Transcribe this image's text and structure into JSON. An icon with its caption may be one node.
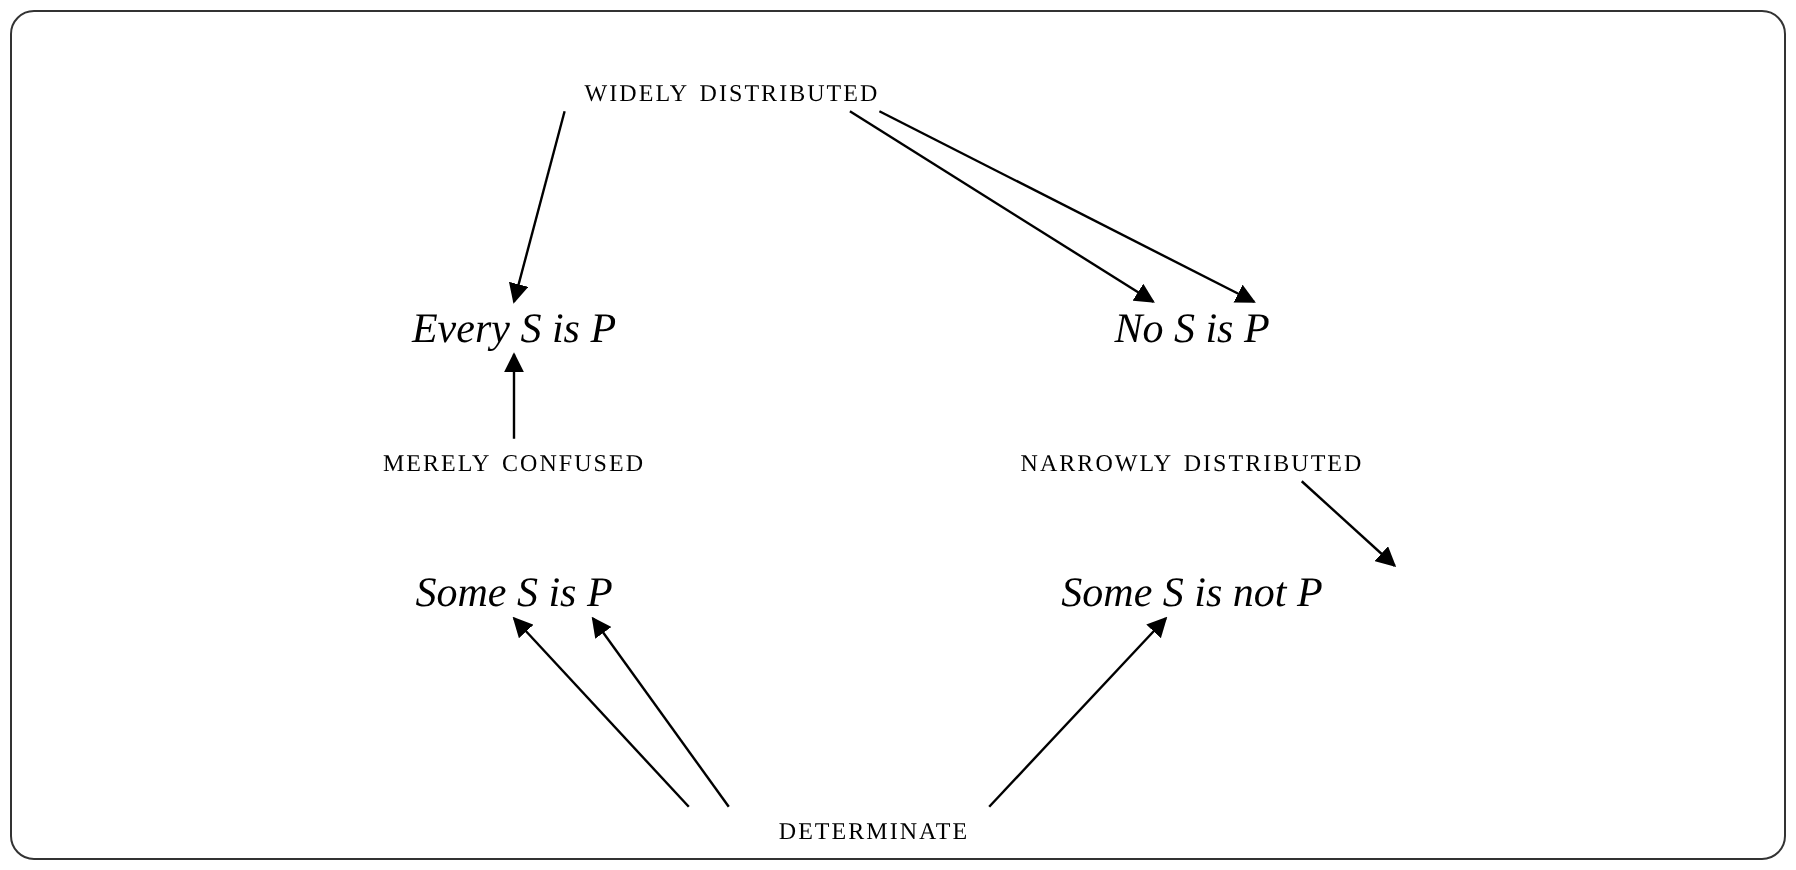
{
  "diagram": {
    "nodes": [
      {
        "text": [
          "widely distributed"
        ]
      },
      {
        "text": [
          "Every S is P"
        ]
      },
      {
        "text": [
          "No S is P"
        ]
      },
      {
        "text": [
          "merely confused"
        ]
      },
      {
        "text": [
          "narrowly distributed"
        ]
      },
      {
        "text": [
          "Some S is P"
        ]
      },
      {
        "text": [
          "Some S is not P"
        ]
      },
      {
        "text": [
          "determinate"
        ]
      }
    ],
    "edges": [
      {
        "from": 0,
        "to": 1,
        "arrow": "to"
      },
      {
        "from": 0,
        "to": 2,
        "arrow": "to"
      },
      {
        "from": 0,
        "to": 2,
        "arrow": "to"
      },
      {
        "from": 3,
        "to": 1,
        "arrow": "to"
      },
      {
        "from": 4,
        "to": 6,
        "arrow": "to"
      },
      {
        "from": 7,
        "to": 5,
        "arrow": "to"
      },
      {
        "from": 7,
        "to": 5,
        "arrow": "to"
      },
      {
        "from": 7,
        "to": 6,
        "arrow": "to"
      }
    ]
  }
}
